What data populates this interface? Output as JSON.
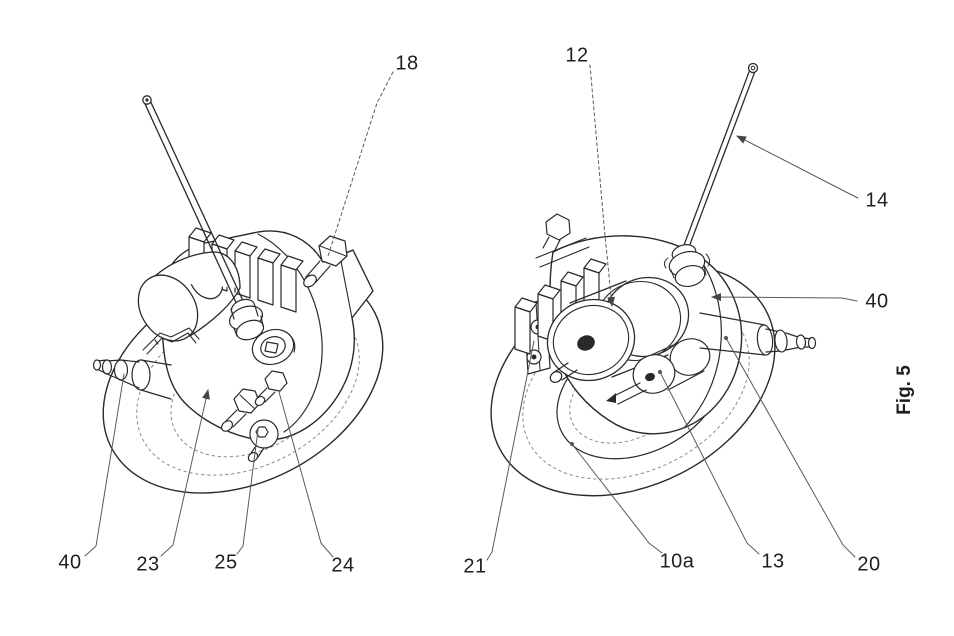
{
  "figure": {
    "caption": "Fig. 5"
  },
  "reference_numerals": {
    "n18": "18",
    "n12": "12",
    "n14": "14",
    "n40_right": "40",
    "n40_left": "40",
    "n23": "23",
    "n25": "25",
    "n24": "24",
    "n21": "21",
    "n10a": "10a",
    "n13": "13",
    "n20": "20"
  },
  "colors": {
    "line": "#2a2a2a",
    "hidden_line": "#8a8a8a",
    "leader": "#5a5a5a",
    "background": "#ffffff",
    "text": "#1f1f1f"
  }
}
